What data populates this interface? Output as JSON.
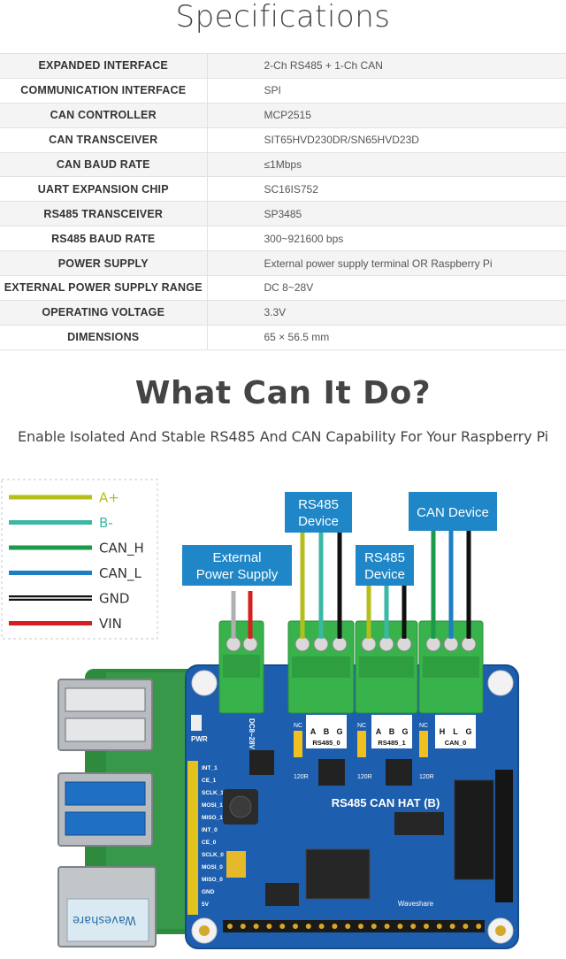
{
  "specs": {
    "title": "Specifications",
    "rows": [
      {
        "key": "EXPANDED INTERFACE",
        "value": "2-Ch RS485 + 1-Ch CAN"
      },
      {
        "key": "COMMUNICATION INTERFACE",
        "value": "SPI"
      },
      {
        "key": "CAN CONTROLLER",
        "value": "MCP2515"
      },
      {
        "key": "CAN TRANSCEIVER",
        "value": "SIT65HVD230DR/SN65HVD23D"
      },
      {
        "key": "CAN BAUD RATE",
        "value": "≤1Mbps"
      },
      {
        "key": "UART EXPANSION CHIP",
        "value": "SC16IS752"
      },
      {
        "key": "RS485 TRANSCEIVER",
        "value": "SP3485"
      },
      {
        "key": "RS485 BAUD RATE",
        "value": "300~921600 bps"
      },
      {
        "key": "POWER SUPPLY",
        "value": "External power supply terminal OR Raspberry Pi"
      },
      {
        "key": "EXTERNAL POWER SUPPLY RANGE",
        "value": "DC 8~28V"
      },
      {
        "key": "OPERATING VOLTAGE",
        "value": "3.3V"
      },
      {
        "key": "DIMENSIONS",
        "value": "65 × 56.5 mm"
      }
    ]
  },
  "what": {
    "title": "What Can It Do?",
    "subtitle": "Enable Isolated And Stable RS485 And CAN Capability For Your Raspberry Pi"
  },
  "legend": [
    {
      "label": "A+",
      "color": "#b6be1c",
      "text_color": "#b6be1c"
    },
    {
      "label": "B-",
      "color": "#3bb7a4",
      "text_color": "#3bb7a4"
    },
    {
      "label": "CAN_H",
      "color": "#1a9a4a",
      "text_color": "#333333"
    },
    {
      "label": "CAN_L",
      "color": "#1c7fc4",
      "text_color": "#333333"
    },
    {
      "label": "GND",
      "color": "#111111",
      "text_color": "#333333"
    },
    {
      "label": "VIN",
      "color": "#d62020",
      "text_color": "#333333"
    }
  ],
  "callouts": {
    "external_l1": "External",
    "external_l2": "Power Supply",
    "rs485a_l1": "RS485",
    "rs485a_l2": "Device",
    "rs485b_l1": "RS485",
    "rs485b_l2": "Device",
    "can": "CAN Device"
  },
  "board": {
    "name": "RS485 CAN HAT (B)",
    "brand": "Waveshare",
    "dc_label": "DC8~28V",
    "pwr": "PWR",
    "port0": "RS485_0",
    "port1": "RS485_1",
    "port2": "CAN_0",
    "res": "120R",
    "nc": "NC",
    "abg": [
      "A",
      "B",
      "G"
    ],
    "hlg": [
      "H",
      "L",
      "G"
    ],
    "pins": [
      "INT_1",
      "CE_1",
      "SCLK_1",
      "MOSI_1",
      "MISO_1",
      "INT_0",
      "CE_0",
      "SCLK_0",
      "MOSI_0",
      "MISO_0",
      "GND",
      "5V"
    ],
    "ethernet_sticker": "Waveshare"
  },
  "colors": {
    "callout_blue": "#1f86c7",
    "pcb_blue": "#1d5fae",
    "terminal_green": "#38b24a",
    "pi_green": "#2e8b3e"
  }
}
